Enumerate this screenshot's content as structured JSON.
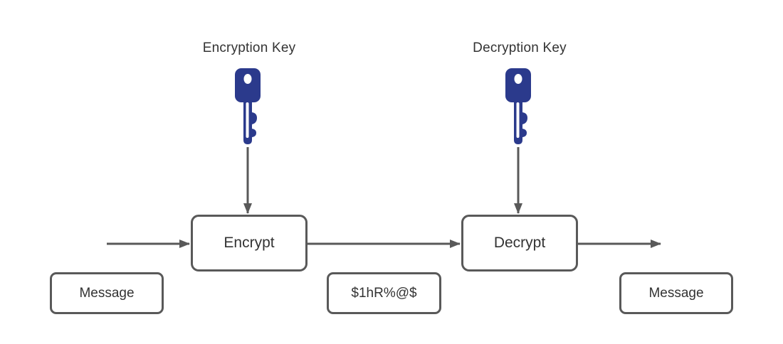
{
  "diagram": {
    "type": "encryption-decryption-flow",
    "key_labels": {
      "encryption": "Encryption Key",
      "decryption": "Decryption Key"
    },
    "nodes": {
      "encrypt": "Encrypt",
      "decrypt": "Decrypt",
      "input_message": "Message",
      "ciphertext": "$1hR%@$",
      "output_message": "Message"
    },
    "icons": {
      "encryption_key": "key-icon",
      "decryption_key": "key-icon"
    },
    "colors": {
      "key_fill": "#2b3a8c",
      "line": "#595959",
      "box_border": "#595959",
      "text": "#333333",
      "background": "#ffffff"
    }
  }
}
